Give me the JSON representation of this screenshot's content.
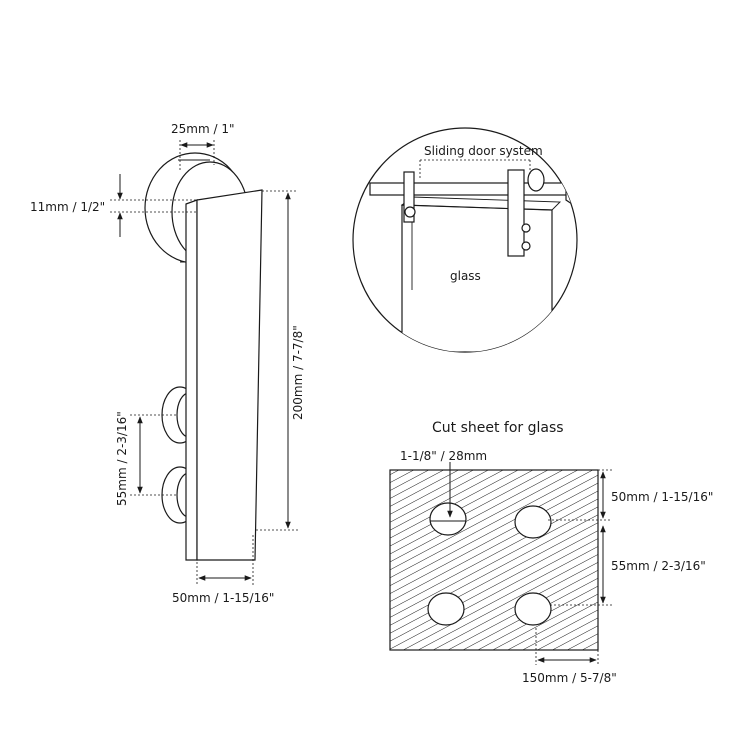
{
  "hanger": {
    "dim_roller_thickness": "25mm / 1\"",
    "dim_offset": "11mm / 1/2\"",
    "dim_height": "200mm / 7-7/8\"",
    "dim_bolt_spacing": "55mm / 2-3/16\"",
    "dim_width": "50mm / 1-15/16\""
  },
  "system": {
    "title": "Sliding door system",
    "glass_label": "glass"
  },
  "cut_sheet": {
    "title": "Cut sheet for glass",
    "dim_hole_diameter": "1-1/8\" / 28mm",
    "dim_top": "50mm / 1-15/16\"",
    "dim_hole_spacing": "55mm / 2-3/16\"",
    "dim_edge": "150mm  / 5-7/8\""
  },
  "colors": {
    "line": "#1a1a1a",
    "background": "#ffffff"
  }
}
